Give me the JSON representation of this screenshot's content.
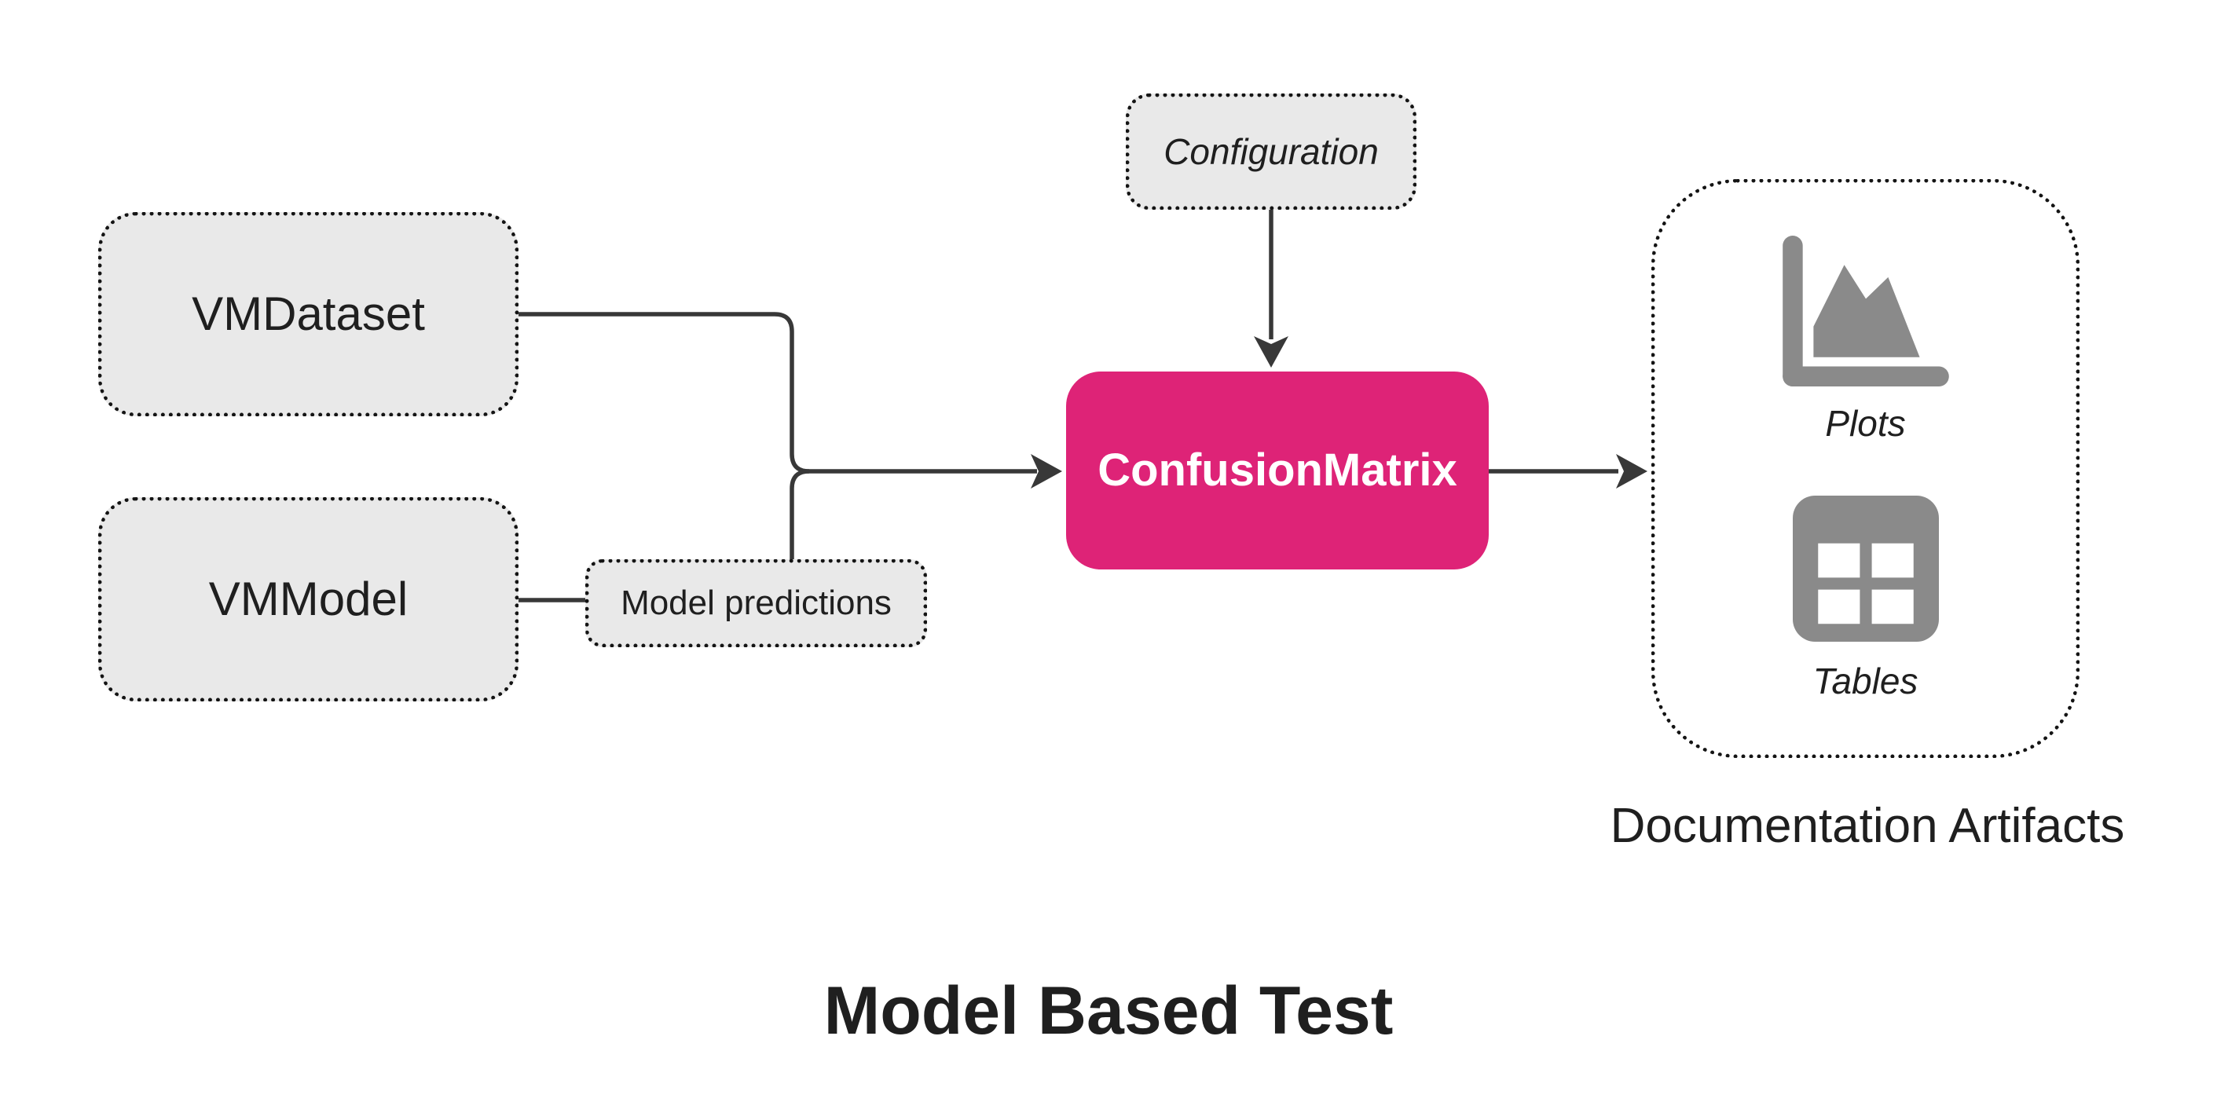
{
  "title": "Model Based Test",
  "colors": {
    "background": "#ffffff",
    "node_fill": "#e9e9e9",
    "node_border": "#141414",
    "edge": "#383838",
    "accent": "#de2377",
    "accent_text": "#ffffff",
    "icon": "#8a8a8a",
    "text": "#1f1f1f"
  },
  "nodes": {
    "vmdataset": {
      "label": "VMDataset"
    },
    "vmmodel": {
      "label": "VMModel"
    },
    "model_predictions": {
      "label": "Model predictions"
    },
    "configuration": {
      "label": "Configuration"
    },
    "confusion_matrix": {
      "label": "ConfusionMatrix"
    }
  },
  "artifacts": {
    "group_label": "Documentation Artifacts",
    "items": [
      {
        "icon": "bar-chart-icon",
        "label": "Plots"
      },
      {
        "icon": "table-icon",
        "label": "Tables"
      }
    ]
  }
}
